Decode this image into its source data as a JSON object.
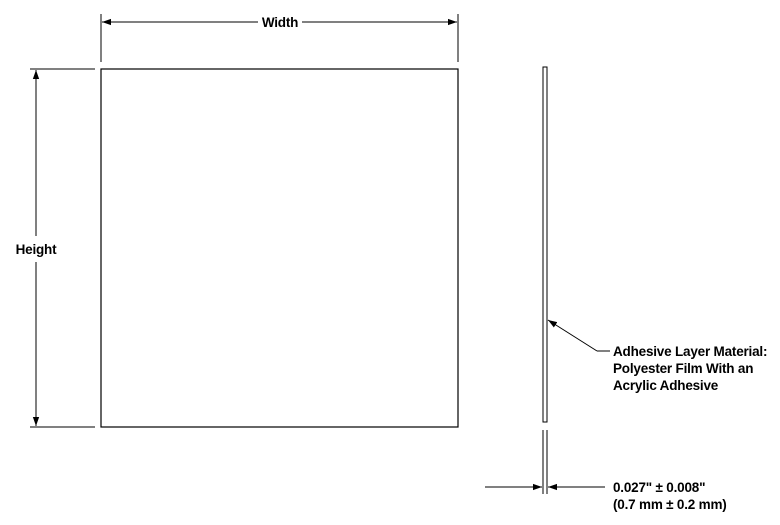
{
  "labels": {
    "width": "Width",
    "height": "Height",
    "adhesive_line1": "Adhesive Layer Material:",
    "adhesive_line2": "Polyester Film With an",
    "adhesive_line3": "Acrylic Adhesive",
    "thickness_line1": "0.027\" ± 0.008\"",
    "thickness_line2": "(0.7 mm ± 0.2 mm)"
  }
}
